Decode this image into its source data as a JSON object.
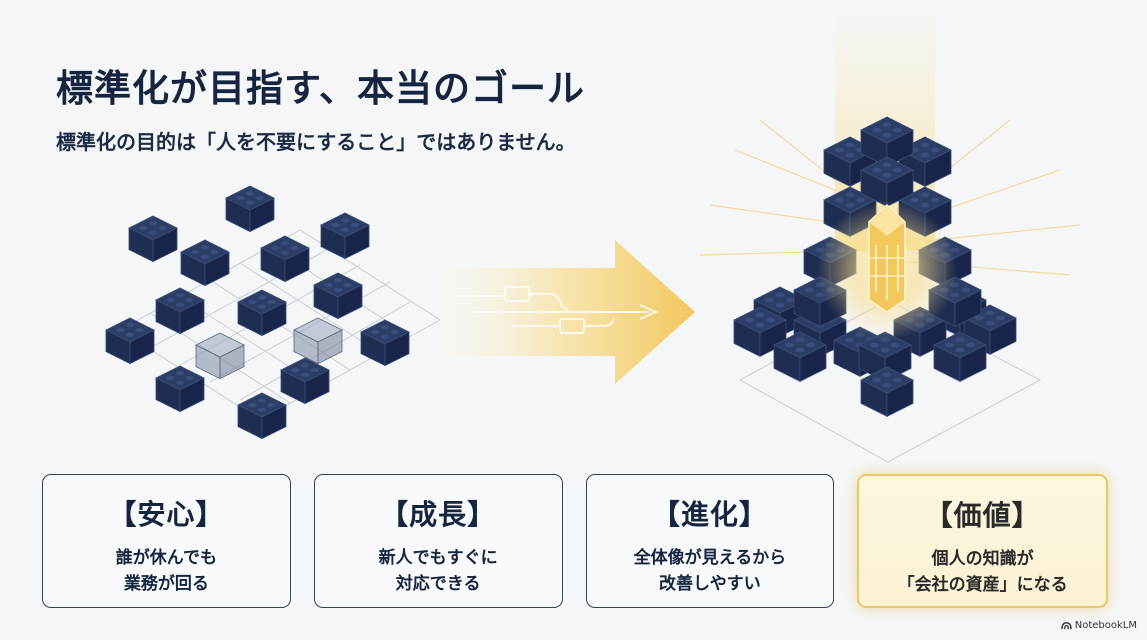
{
  "header": {
    "title": "標準化が目指す、本当のゴール",
    "subtitle": "標準化の目的は「人を不要にすること」ではありません。"
  },
  "cards": [
    {
      "title": "【安心】",
      "line1": "誰が休んでも",
      "line2": "業務が回る"
    },
    {
      "title": "【成長】",
      "line1": "新人でもすぐに",
      "line2": "対応できる"
    },
    {
      "title": "【進化】",
      "line1": "全体像が見えるから",
      "line2": "改善しやすい"
    },
    {
      "title": "【価値】",
      "line1": "個人の知識が",
      "line2": "「会社の資産」になる"
    }
  ],
  "brand": {
    "label": "NotebookLM",
    "icon": "notebooklm-logo-icon"
  },
  "colors": {
    "navy": "#1f2d52",
    "gold": "#f2c75c",
    "background": "#f4f6f8"
  }
}
